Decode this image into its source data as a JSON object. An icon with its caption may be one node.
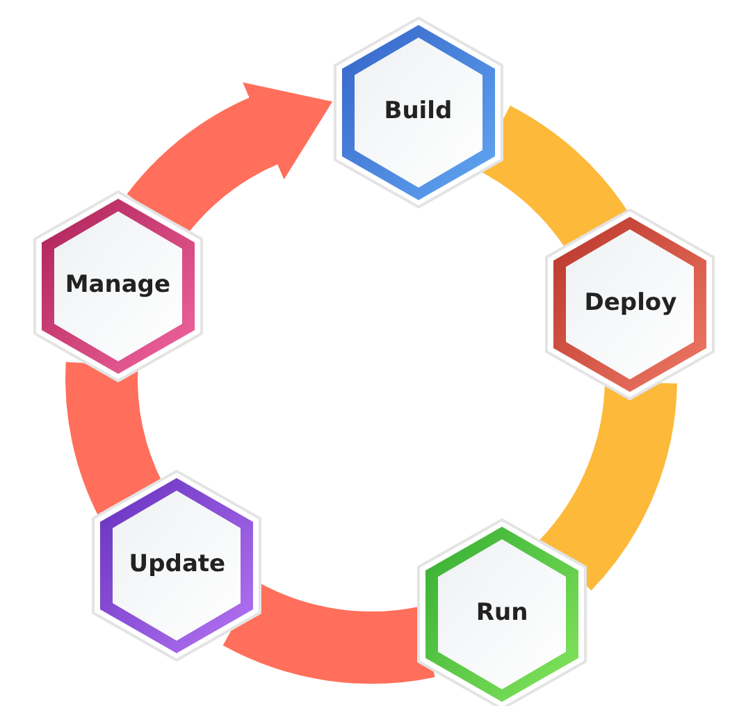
{
  "diagram": {
    "nodes": [
      {
        "text": [
          "Build"
        ]
      },
      {
        "text": [
          "Deploy"
        ]
      },
      {
        "text": [
          "Run"
        ]
      },
      {
        "text": [
          "Update"
        ]
      },
      {
        "text": [
          "Manage"
        ]
      }
    ],
    "edges": [
      {
        "from": 0,
        "to": 1,
        "arrow": "none",
        "color": "#fdb93a"
      },
      {
        "from": 1,
        "to": 2,
        "arrow": "none",
        "color": "#fdb93a"
      },
      {
        "from": 2,
        "to": 3,
        "arrow": "none"
      },
      {
        "from": 3,
        "to": 4,
        "arrow": "none"
      },
      {
        "from": 4,
        "to": 0,
        "arrow": "to"
      }
    ]
  }
}
